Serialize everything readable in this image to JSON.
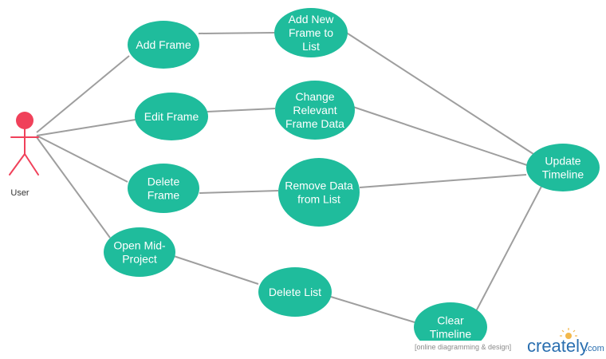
{
  "colors": {
    "usecase_fill": "#1fbc9c",
    "connector": "#9e9e9e",
    "actor": "#f0415a",
    "brand": "#2a6fb0",
    "bulb": "#f2b84b"
  },
  "actor": {
    "label": "User"
  },
  "use_cases": [
    {
      "id": "add-frame",
      "lines": [
        "Add Frame"
      ]
    },
    {
      "id": "add-new-frame-to-list",
      "lines": [
        "Add New",
        "Frame to",
        "List"
      ]
    },
    {
      "id": "edit-frame",
      "lines": [
        "Edit Frame"
      ]
    },
    {
      "id": "change-relevant-frame-data",
      "lines": [
        "Change",
        "Relevant",
        "Frame Data"
      ]
    },
    {
      "id": "delete-frame",
      "lines": [
        "Delete",
        "Frame"
      ]
    },
    {
      "id": "remove-data-from-list",
      "lines": [
        "Remove Data",
        "from List"
      ]
    },
    {
      "id": "update-timeline",
      "lines": [
        "Update",
        "Timeline"
      ]
    },
    {
      "id": "open-mid-project",
      "lines": [
        "Open Mid-",
        "Project"
      ]
    },
    {
      "id": "delete-list",
      "lines": [
        "Delete List"
      ]
    },
    {
      "id": "clear-timeline",
      "lines": [
        "Clear",
        "Timeline"
      ]
    }
  ],
  "connections": [
    [
      "actor",
      "add-frame"
    ],
    [
      "actor",
      "edit-frame"
    ],
    [
      "actor",
      "delete-frame"
    ],
    [
      "actor",
      "open-mid-project"
    ],
    [
      "add-frame",
      "add-new-frame-to-list"
    ],
    [
      "edit-frame",
      "change-relevant-frame-data"
    ],
    [
      "delete-frame",
      "remove-data-from-list"
    ],
    [
      "open-mid-project",
      "delete-list"
    ],
    [
      "delete-list",
      "clear-timeline"
    ],
    [
      "add-new-frame-to-list",
      "update-timeline"
    ],
    [
      "change-relevant-frame-data",
      "update-timeline"
    ],
    [
      "remove-data-from-list",
      "update-timeline"
    ],
    [
      "clear-timeline",
      "update-timeline"
    ]
  ],
  "watermark": {
    "tag": "[online diagramming & design]",
    "brand": "creately",
    "domain": ".com"
  }
}
